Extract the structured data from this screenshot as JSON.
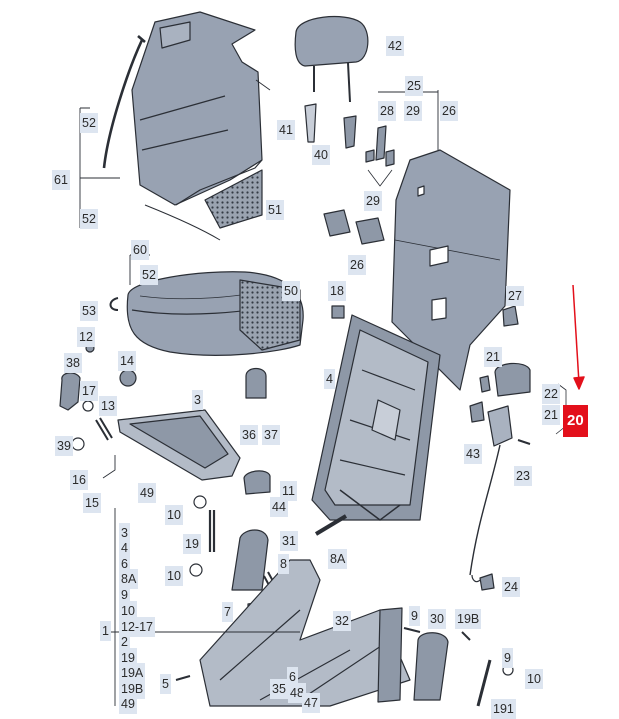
{
  "diagram": {
    "callouts": [
      {
        "key": "p42",
        "text": "42",
        "highlight": false
      },
      {
        "key": "p25",
        "text": "25",
        "highlight": false
      },
      {
        "key": "p28",
        "text": "28",
        "highlight": false
      },
      {
        "key": "p29a",
        "text": "29",
        "highlight": false
      },
      {
        "key": "p26a",
        "text": "26",
        "highlight": false
      },
      {
        "key": "p52a",
        "text": "52",
        "highlight": false
      },
      {
        "key": "p41",
        "text": "41",
        "highlight": false
      },
      {
        "key": "p40",
        "text": "40",
        "highlight": false
      },
      {
        "key": "p61",
        "text": "61",
        "highlight": false
      },
      {
        "key": "p29b",
        "text": "29",
        "highlight": false
      },
      {
        "key": "p51",
        "text": "51",
        "highlight": false
      },
      {
        "key": "p52b",
        "text": "52",
        "highlight": false
      },
      {
        "key": "p26b",
        "text": "26",
        "highlight": false
      },
      {
        "key": "p60",
        "text": "60",
        "highlight": false
      },
      {
        "key": "p52c",
        "text": "52",
        "highlight": false
      },
      {
        "key": "p50",
        "text": "50",
        "highlight": false
      },
      {
        "key": "p18",
        "text": "18",
        "highlight": false
      },
      {
        "key": "p27",
        "text": "27",
        "highlight": false
      },
      {
        "key": "p53",
        "text": "53",
        "highlight": false
      },
      {
        "key": "p12",
        "text": "12",
        "highlight": false
      },
      {
        "key": "p21a",
        "text": "21",
        "highlight": false
      },
      {
        "key": "p38",
        "text": "38",
        "highlight": false
      },
      {
        "key": "p14",
        "text": "14",
        "highlight": false
      },
      {
        "key": "p4",
        "text": "4",
        "highlight": false
      },
      {
        "key": "p17",
        "text": "17",
        "highlight": false
      },
      {
        "key": "p3a",
        "text": "3",
        "highlight": false
      },
      {
        "key": "p22",
        "text": "22",
        "highlight": false
      },
      {
        "key": "p13",
        "text": "13",
        "highlight": false
      },
      {
        "key": "p21b",
        "text": "21",
        "highlight": false
      },
      {
        "key": "p20",
        "text": "20",
        "highlight": true
      },
      {
        "key": "p36",
        "text": "36",
        "highlight": false
      },
      {
        "key": "p37",
        "text": "37",
        "highlight": false
      },
      {
        "key": "p39",
        "text": "39",
        "highlight": false
      },
      {
        "key": "p43",
        "text": "43",
        "highlight": false
      },
      {
        "key": "p16",
        "text": "16",
        "highlight": false
      },
      {
        "key": "p23",
        "text": "23",
        "highlight": false
      },
      {
        "key": "p15",
        "text": "15",
        "highlight": false
      },
      {
        "key": "p49",
        "text": "49",
        "highlight": false
      },
      {
        "key": "p11",
        "text": "11",
        "highlight": false
      },
      {
        "key": "p44",
        "text": "44",
        "highlight": false
      },
      {
        "key": "p10a",
        "text": "10",
        "highlight": false
      },
      {
        "key": "p19a",
        "text": "19",
        "highlight": false
      },
      {
        "key": "p31",
        "text": "31",
        "highlight": false
      },
      {
        "key": "p8A",
        "text": "8A",
        "highlight": false
      },
      {
        "key": "p10b",
        "text": "10",
        "highlight": false
      },
      {
        "key": "p8",
        "text": "8",
        "highlight": false
      },
      {
        "key": "p24",
        "text": "24",
        "highlight": false
      },
      {
        "key": "p7",
        "text": "7",
        "highlight": false
      },
      {
        "key": "p9a",
        "text": "9",
        "highlight": false
      },
      {
        "key": "p30",
        "text": "30",
        "highlight": false
      },
      {
        "key": "p19B",
        "text": "19B",
        "highlight": false
      },
      {
        "key": "p32",
        "text": "32",
        "highlight": false
      },
      {
        "key": "p1",
        "text": "1",
        "highlight": false
      },
      {
        "key": "p9b",
        "text": "9",
        "highlight": false
      },
      {
        "key": "p6",
        "text": "6",
        "highlight": false
      },
      {
        "key": "p10c",
        "text": "10",
        "highlight": false
      },
      {
        "key": "p5",
        "text": "5",
        "highlight": false
      },
      {
        "key": "p35",
        "text": "35",
        "highlight": false
      },
      {
        "key": "p48",
        "text": "48",
        "highlight": false
      },
      {
        "key": "p47",
        "text": "47",
        "highlight": false
      },
      {
        "key": "p191",
        "text": "191",
        "highlight": false
      },
      {
        "key": "s3",
        "text": "3",
        "highlight": false
      },
      {
        "key": "s4",
        "text": "4",
        "highlight": false
      },
      {
        "key": "s6",
        "text": "6",
        "highlight": false
      },
      {
        "key": "s8A",
        "text": "8A",
        "highlight": false
      },
      {
        "key": "s9",
        "text": "9",
        "highlight": false
      },
      {
        "key": "s10",
        "text": "10",
        "highlight": false
      },
      {
        "key": "s1217",
        "text": "12-17",
        "highlight": false
      },
      {
        "key": "s2",
        "text": "2",
        "highlight": false
      },
      {
        "key": "s19",
        "text": "19",
        "highlight": false
      },
      {
        "key": "s19A",
        "text": "19A",
        "highlight": false
      },
      {
        "key": "s19B",
        "text": "19B",
        "highlight": false
      },
      {
        "key": "s49",
        "text": "49",
        "highlight": false
      }
    ],
    "colors": {
      "label_bg": "#dde5f0",
      "highlight": "#e3101b",
      "part_fill": "#98a2b2",
      "outline": "#2b2f36"
    }
  }
}
